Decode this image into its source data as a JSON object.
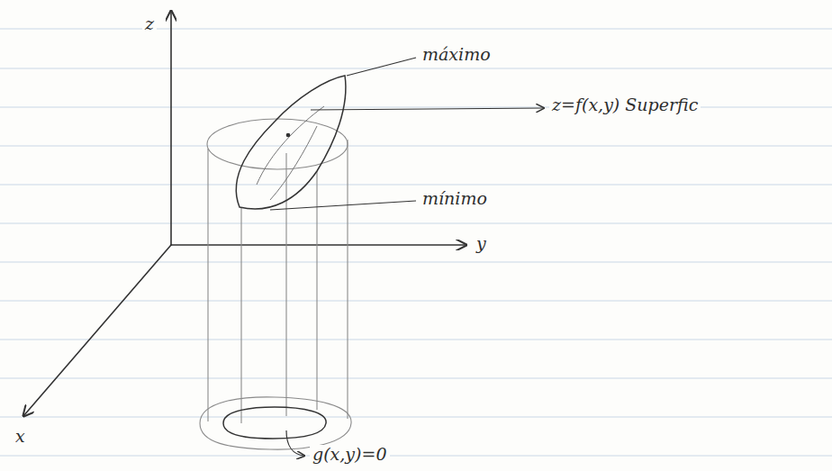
{
  "diagram": {
    "labels": [
      "z",
      "y",
      "x",
      "máximo",
      "mínimo",
      "z=f(x,y) Superfic",
      "g(x,y)=0"
    ]
  }
}
